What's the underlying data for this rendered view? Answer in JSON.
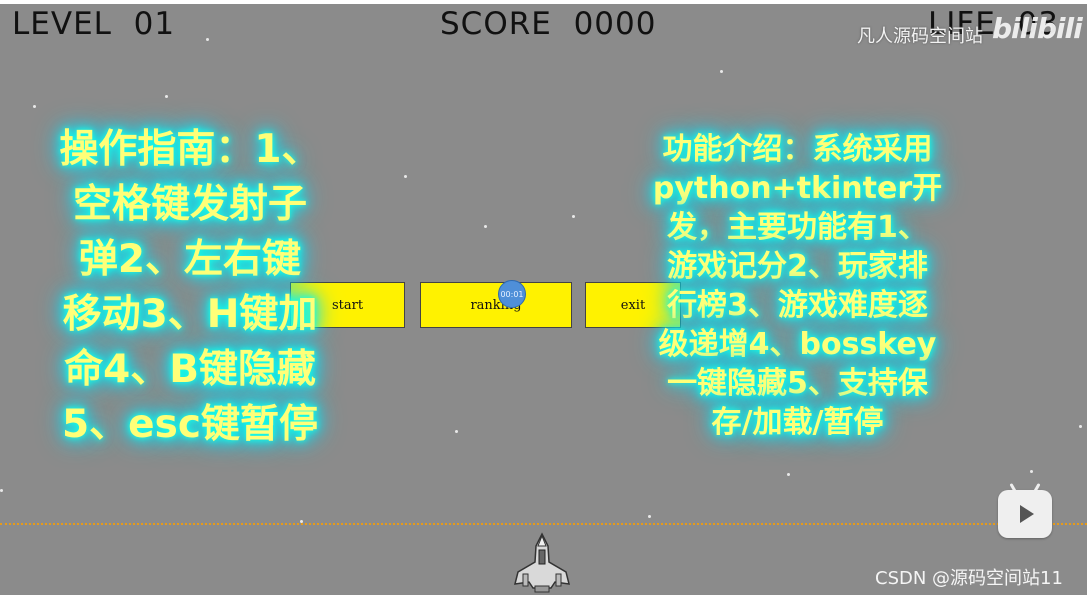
{
  "hud": {
    "level_label": "LEVEL",
    "level_value": "01",
    "score_label": "SCORE",
    "score_value": "0000",
    "life_label": "LIFE",
    "life_value": "03"
  },
  "menu": {
    "start_label": "start",
    "ranking_label": "ranking",
    "exit_label": "exit"
  },
  "timer_badge": "00:01",
  "overlay": {
    "guide_text": "操作指南：1、\n空格键发射子\n弹2、左右键\n移动3、H键加\n命4、B键隐藏\n5、esc键暂停",
    "features_text": "功能介绍：系统采用\npython+tkinter开\n发，主要功能有1、\n游戏记分2、玩家排\n行榜3、游戏难度逐\n级递增4、bosskey\n一键隐藏5、支持保\n存/加载/暂停"
  },
  "watermarks": {
    "channel": "凡人源码空间站",
    "bilibili_logo": "bilibili",
    "csdn": "CSDN @源码空间站11"
  },
  "icons": {
    "player_ship": "spaceship-icon",
    "play": "play-icon"
  },
  "colors": {
    "background": "#8b8b8b",
    "button": "#fff200",
    "glow_text": "#ffff78",
    "glow": "#14ffe8",
    "boundary_line": "#e69b1a"
  }
}
